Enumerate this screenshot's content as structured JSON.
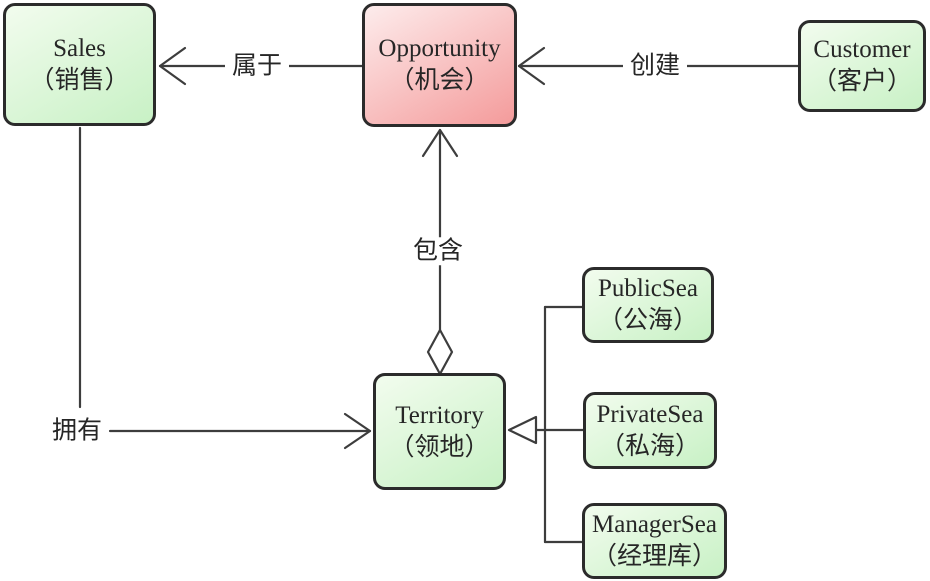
{
  "diagram": {
    "nodes": {
      "sales": {
        "name": "Sales",
        "label_zh": "（销售）"
      },
      "opportunity": {
        "name": "Opportunity",
        "label_zh": "（机会）"
      },
      "customer": {
        "name": "Customer",
        "label_zh": "（客户）"
      },
      "territory": {
        "name": "Territory",
        "label_zh": "（领地）"
      },
      "publicsea": {
        "name": "PublicSea",
        "label_zh": "（公海）"
      },
      "privatesea": {
        "name": "PrivateSea",
        "label_zh": "（私海）"
      },
      "managersea": {
        "name": "ManagerSea",
        "label_zh": "（经理库）"
      }
    },
    "edges": {
      "belongs_to": {
        "label": "属于",
        "from": "opportunity",
        "to": "sales",
        "type": "arrow"
      },
      "creates": {
        "label": "创建",
        "from": "customer",
        "to": "opportunity",
        "type": "arrow"
      },
      "contains": {
        "label": "包含",
        "from": "territory",
        "to": "opportunity",
        "type": "aggregation-arrow"
      },
      "owns": {
        "label": "拥有",
        "from": "sales",
        "to": "territory",
        "type": "arrow"
      },
      "generalization": {
        "label": "",
        "from": [
          "publicsea",
          "privatesea",
          "managersea"
        ],
        "to": "territory",
        "type": "inheritance"
      }
    },
    "colors": {
      "bg": "#ffffff",
      "green_top": "#f2fcee",
      "green_bottom": "#c8f1c5",
      "red_top": "#fdecec",
      "red_bottom": "#f49b9b",
      "border": "#2b2b2b",
      "line": "#3d3d3d",
      "text": "#262626"
    }
  }
}
